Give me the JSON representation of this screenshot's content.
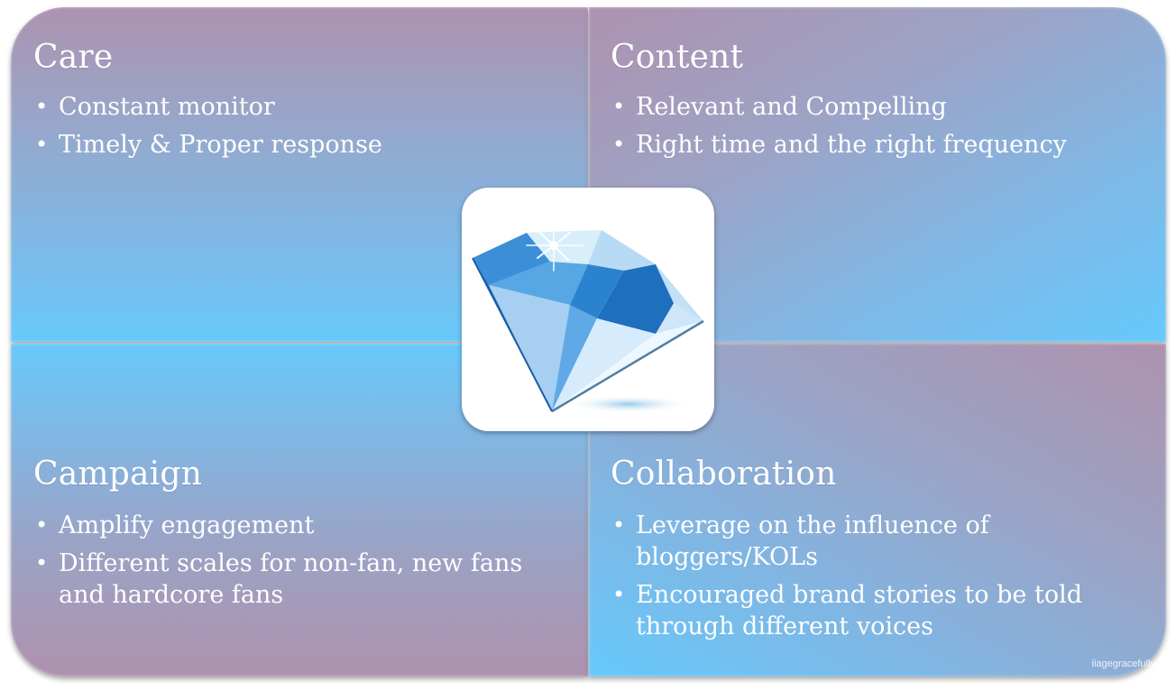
{
  "quadrants": [
    {
      "id": "care",
      "title": "Care",
      "bullets": [
        "Constant monitor",
        "Timely & Proper response"
      ]
    },
    {
      "id": "content",
      "title": "Content",
      "bullets": [
        "Relevant and Compelling",
        "Right time and the right frequency"
      ]
    },
    {
      "id": "campaign",
      "title": "Campaign",
      "bullets": [
        "Amplify engagement",
        "Different scales for non-fan, new fans and hardcore fans"
      ]
    },
    {
      "id": "collaboration",
      "title": "Collaboration",
      "bullets": [
        "Leverage on the influence of bloggers/KOLs",
        "Encouraged brand stories to be told through different voices"
      ]
    }
  ],
  "center_icon": "diamond-icon",
  "watermark": "iiagegracefully",
  "colors": {
    "mauve": "#ad92b0",
    "sky_blue": "#66c9fc",
    "text": "#ffffff"
  }
}
